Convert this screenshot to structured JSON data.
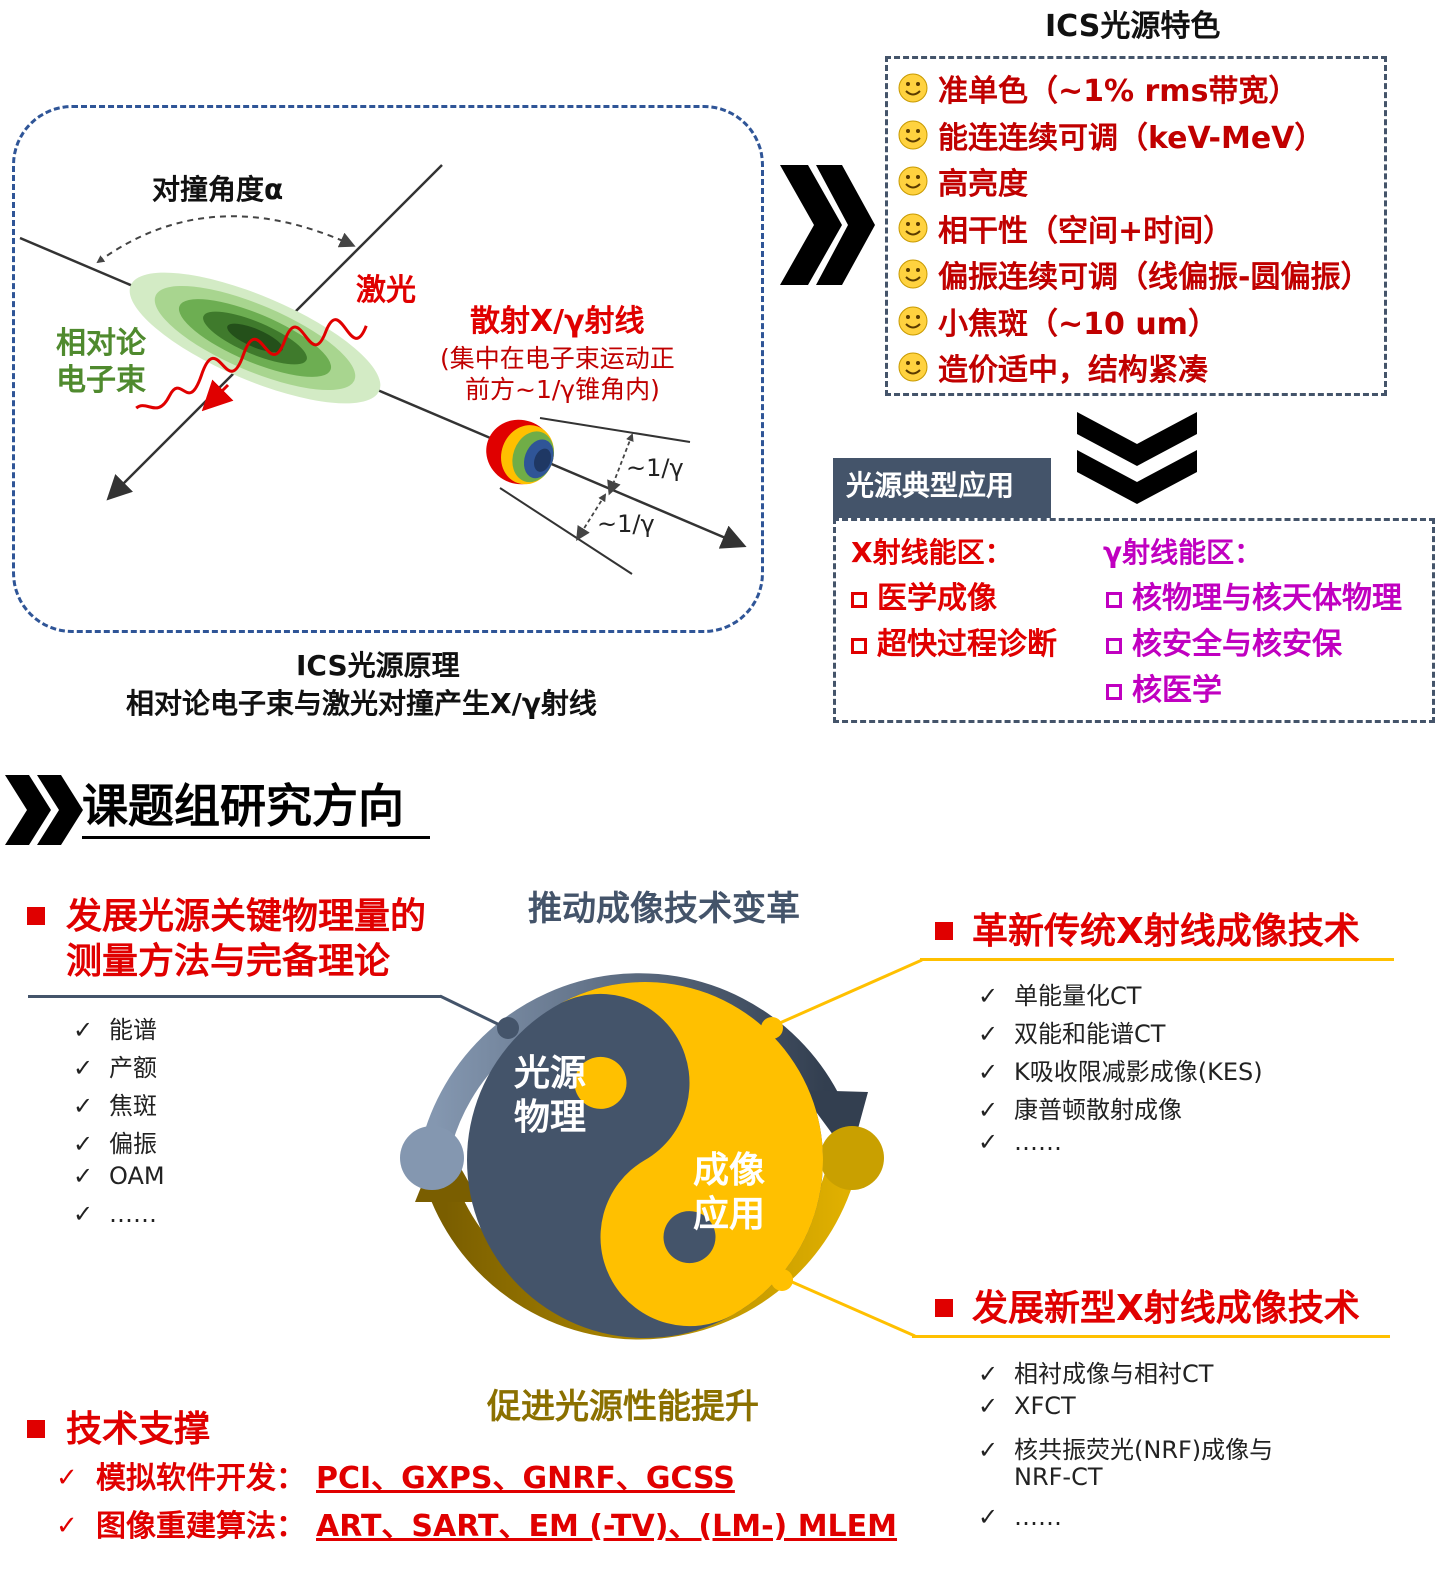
{
  "principle": {
    "collision_angle": "对撞角度α",
    "laser": "激光",
    "electron_beam_line1": "相对论",
    "electron_beam_line2": "电子束",
    "scatter_title": "散射X/γ射线",
    "scatter_note_line1": "(集中在电子束运动正",
    "scatter_note_line2": "前方~1/γ锥角内)",
    "cone_label": "~1/γ",
    "caption_line1": "ICS光源原理",
    "caption_line2": "相对论电子束与激光对撞产生X/γ射线"
  },
  "features": {
    "title": "ICS光源特色",
    "items": [
      "准单色（~1% rms带宽）",
      "能连连续可调（keV-MeV）",
      "高亮度",
      "相干性（空间+时间）",
      "偏振连续可调（线偏振-圆偏振）",
      "小焦斑（~10 um）",
      "造价适中，结构紧凑"
    ]
  },
  "applications": {
    "tab": "光源典型应用",
    "xray_header": "X射线能区：",
    "gamma_header": "γ射线能区：",
    "xray_items": [
      "医学成像",
      "超快过程诊断"
    ],
    "gamma_items": [
      "核物理与核天体物理",
      "核安全与核安保",
      "核医学"
    ]
  },
  "research": {
    "title": "课题组研究方向",
    "top_arc": "推动成像技术变革",
    "bottom_arc": "促进光源性能提升",
    "yin_label_line1": "光源",
    "yin_label_line2": "物理",
    "yang_label_line1": "成像",
    "yang_label_line2": "应用",
    "left_heading_line1": "发展光源关键物理量的",
    "left_heading_line2": "测量方法与完备理论",
    "left_items": [
      "能谱",
      "产额",
      "焦斑",
      "偏振",
      "OAM",
      "……"
    ],
    "right_top_heading": "革新传统X射线成像技术",
    "right_top_items": [
      "单能量化CT",
      "双能和能谱CT",
      "K吸收限减影成像(KES)",
      "康普顿散射成像",
      "……"
    ],
    "right_bottom_heading": "发展新型X射线成像技术",
    "right_bottom_items": [
      "相衬成像与相衬CT",
      "XFCT",
      "核共振荧光(NRF)成像与",
      "NRF-CT",
      "……"
    ],
    "support_heading": "技术支撑",
    "support_sim_label": "模拟软件开发：",
    "support_sim_value": "PCI、GXPS、GNRF、GCSS",
    "support_alg_label": "图像重建算法：",
    "support_alg_value": "ART、SART、EM (-TV)、(LM-) MLEM"
  },
  "colors": {
    "dark_slate": "#44546a",
    "gold": "#ffc000",
    "dark_gold": "#8b7000",
    "red": "#e00000",
    "magenta": "#c000c0",
    "green": "#4f8a2e"
  }
}
